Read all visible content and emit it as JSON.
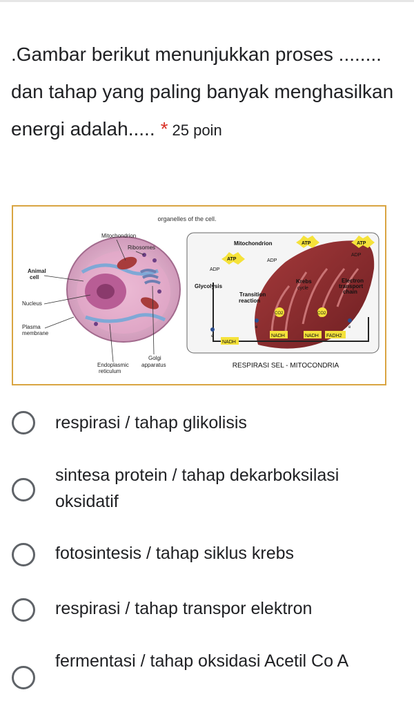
{
  "question": {
    "text": ".Gambar berikut menunjukkan proses ........ dan tahap yang paling banyak menghasilkan energi adalah.....",
    "required_mark": "*",
    "points": "25 poin"
  },
  "figure": {
    "caption_top": "organelles of the cell.",
    "cell_labels": {
      "mitochondrion": "Mitochondrion",
      "ribosomes": "Ribosomes",
      "animal": "Animal",
      "cell": "cell",
      "nucleus": "Nucleus",
      "plasma": "Plasma",
      "membrane": "membrane",
      "endoplasmic": "Endoplasmic",
      "reticulum": "reticulum",
      "golgi": "Golgi",
      "apparatus": "apparatus"
    },
    "mito_labels": {
      "mitochondrion": "Mitochondrion",
      "atp_left": "ATP",
      "atp_mid": "ATP",
      "atp_right": "ATP",
      "adp_left": "ADP",
      "adp_mid": "ADP",
      "adp_right": "ADP",
      "glycolysis": "Glycolysis",
      "transition": "Transition",
      "reaction": "reaction",
      "krebs": "Krebs",
      "cycle": "cycle",
      "electron": "Electron",
      "transport": "transport",
      "chain": "chain",
      "co2_left": "CO2",
      "co2_right": "CO2",
      "nadh_left": "NADH",
      "nadh_mid": "NADH",
      "nadh_right": "NADH",
      "fadh2": "FADH2",
      "e1": "e",
      "e2": "e",
      "e3": "e",
      "caption": "RESPIRASI SEL - MITOCONDRIA"
    }
  },
  "options": [
    {
      "label": "respirasi /  tahap glikolisis"
    },
    {
      "label": "sintesa protein / tahap dekarboksilasi oksidatif"
    },
    {
      "label": "fotosintesis / tahap siklus krebs"
    },
    {
      "label": "respirasi / tahap transpor elektron"
    },
    {
      "label": "fermentasi / tahap  oksidasi Acetil Co A"
    }
  ],
  "colors": {
    "required": "#d93025",
    "radio_border": "#5f6368",
    "figure_border": "#d9a441",
    "atp_yellow": "#f5e23a",
    "mito_red": "#8b2a2c"
  }
}
